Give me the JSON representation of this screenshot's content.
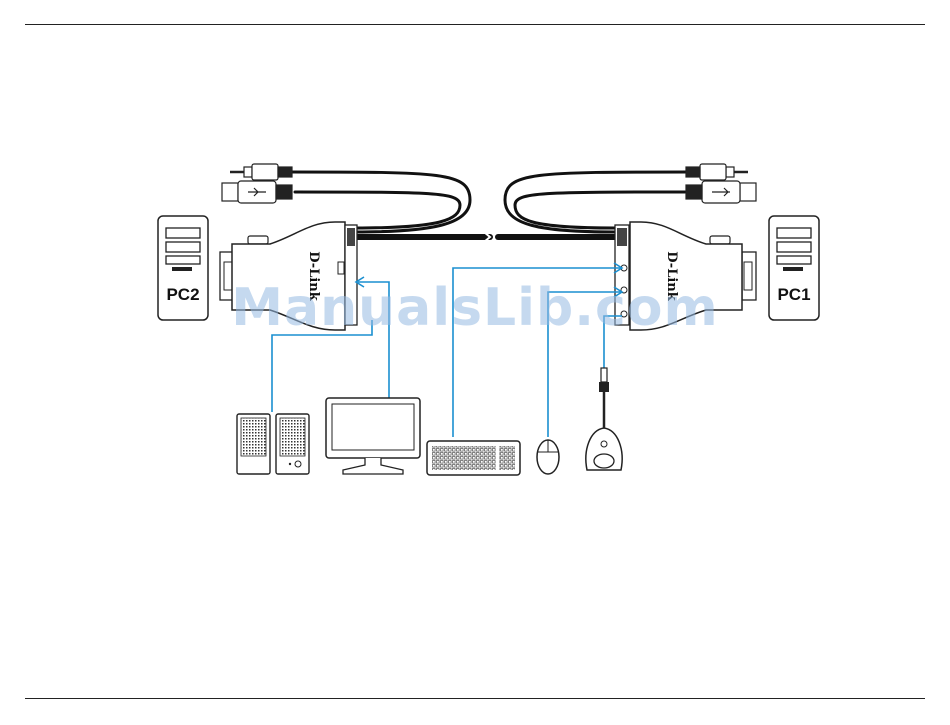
{
  "pc_left_label": "PC2",
  "pc_right_label": "PC1",
  "brand_left": "D-Link",
  "brand_right": "D-Link",
  "watermark": "ManualsLib.com",
  "colors": {
    "connector": "#1a8fd0",
    "outline": "#222222",
    "cable": "#111111"
  },
  "icons": [
    "desktop-tower-icon",
    "usb-plug-icon",
    "audio-plug-icon",
    "speaker-icon",
    "monitor-icon",
    "keyboard-icon",
    "mouse-icon",
    "microphone-icon"
  ]
}
